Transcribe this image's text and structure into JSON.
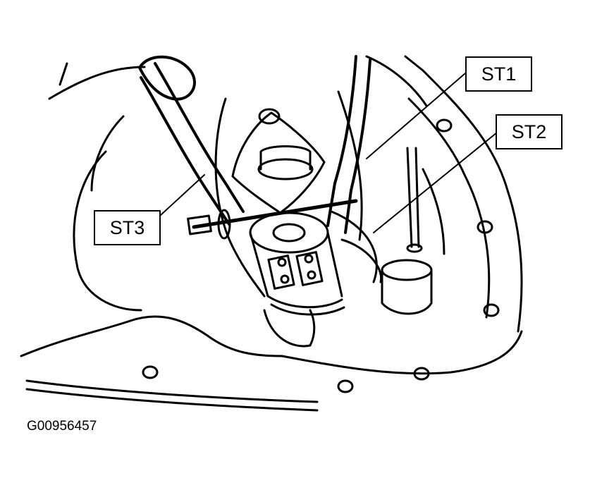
{
  "figure": {
    "id_label": "G00956457",
    "line_color": "#000000",
    "background": "#ffffff"
  },
  "callouts": [
    {
      "key": "st1",
      "label": "ST1"
    },
    {
      "key": "st2",
      "label": "ST2"
    },
    {
      "key": "st3",
      "label": "ST3"
    }
  ]
}
